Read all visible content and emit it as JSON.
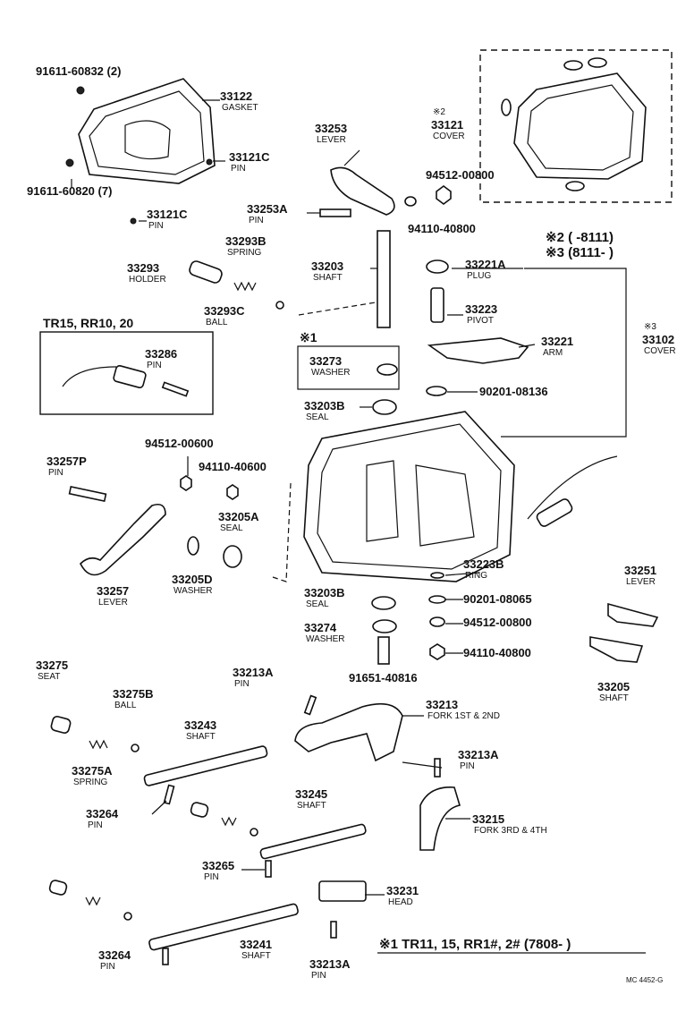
{
  "labels": [
    {
      "id": "l1",
      "num": "91611-60832 (2)",
      "sub": ""
    },
    {
      "id": "l2",
      "num": "33122",
      "sub": "GASKET"
    },
    {
      "id": "l3",
      "num": "33121C",
      "sub": "PIN"
    },
    {
      "id": "l4",
      "num": "91611-60820 (7)",
      "sub": ""
    },
    {
      "id": "l5",
      "num": "33121C",
      "sub": "PIN"
    },
    {
      "id": "l6",
      "num": "33253",
      "sub": "LEVER"
    },
    {
      "id": "l7",
      "num": "94512-00800",
      "sub": ""
    },
    {
      "id": "l8",
      "num": "33253A",
      "sub": "PIN"
    },
    {
      "id": "l9",
      "num": "94110-40800",
      "sub": ""
    },
    {
      "id": "l10",
      "num": "33121",
      "sub": "COVER",
      "mark": "※2"
    },
    {
      "id": "l11",
      "num": "33293B",
      "sub": "SPRING"
    },
    {
      "id": "l12",
      "num": "33293",
      "sub": "HOLDER"
    },
    {
      "id": "l13",
      "num": "33203",
      "sub": "SHAFT"
    },
    {
      "id": "l14",
      "num": "33293C",
      "sub": "BALL"
    },
    {
      "id": "l15",
      "num": "33221A",
      "sub": "PLUG"
    },
    {
      "id": "l16",
      "num": "33223",
      "sub": "PIVOT"
    },
    {
      "id": "l17",
      "num": "33286",
      "sub": "PIN"
    },
    {
      "id": "l18",
      "num": "33273",
      "sub": "WASHER"
    },
    {
      "id": "l19",
      "num": "33221",
      "sub": "ARM"
    },
    {
      "id": "l20",
      "num": "33102",
      "sub": "COVER",
      "mark": "※3"
    },
    {
      "id": "l21",
      "num": "90201-08136",
      "sub": ""
    },
    {
      "id": "l22",
      "num": "33203B",
      "sub": "SEAL"
    },
    {
      "id": "l23",
      "num": "33257P",
      "sub": "PIN"
    },
    {
      "id": "l24",
      "num": "94512-00600",
      "sub": ""
    },
    {
      "id": "l25",
      "num": "94110-40600",
      "sub": ""
    },
    {
      "id": "l26",
      "num": "33205A",
      "sub": "SEAL"
    },
    {
      "id": "l27",
      "num": "33223B",
      "sub": "RING"
    },
    {
      "id": "l28",
      "num": "33251",
      "sub": "LEVER"
    },
    {
      "id": "l29",
      "num": "33203B",
      "sub": "SEAL"
    },
    {
      "id": "l30",
      "num": "90201-08065",
      "sub": ""
    },
    {
      "id": "l31",
      "num": "33257",
      "sub": "LEVER"
    },
    {
      "id": "l32",
      "num": "33205D",
      "sub": "WASHER"
    },
    {
      "id": "l33",
      "num": "94512-00800",
      "sub": ""
    },
    {
      "id": "l34",
      "num": "33274",
      "sub": "WASHER"
    },
    {
      "id": "l35",
      "num": "94110-40800",
      "sub": ""
    },
    {
      "id": "l36",
      "num": "91651-40816",
      "sub": ""
    },
    {
      "id": "l37",
      "num": "33205",
      "sub": "SHAFT"
    },
    {
      "id": "l38",
      "num": "33275",
      "sub": "SEAT"
    },
    {
      "id": "l39",
      "num": "33213A",
      "sub": "PIN"
    },
    {
      "id": "l40",
      "num": "33275B",
      "sub": "BALL"
    },
    {
      "id": "l41",
      "num": "33213",
      "sub": "FORK 1ST & 2ND"
    },
    {
      "id": "l42",
      "num": "33243",
      "sub": "SHAFT"
    },
    {
      "id": "l43",
      "num": "33213A",
      "sub": "PIN"
    },
    {
      "id": "l44",
      "num": "33275A",
      "sub": "SPRING"
    },
    {
      "id": "l45",
      "num": "33245",
      "sub": "SHAFT"
    },
    {
      "id": "l46",
      "num": "33215",
      "sub": "FORK 3RD & 4TH"
    },
    {
      "id": "l47",
      "num": "33264",
      "sub": "PIN"
    },
    {
      "id": "l48",
      "num": "33265",
      "sub": "PIN"
    },
    {
      "id": "l49",
      "num": "33231",
      "sub": "HEAD"
    },
    {
      "id": "l50",
      "num": "33241",
      "sub": "SHAFT"
    },
    {
      "id": "l51",
      "num": "33264",
      "sub": "PIN"
    },
    {
      "id": "l52",
      "num": "33213A",
      "sub": "PIN"
    }
  ],
  "notes": {
    "note2": "※2  (      -8111)",
    "note3": "※3  (8111-      )",
    "box_tr": "TR15, RR10, 20",
    "star1": "※1",
    "footnote": "※1 TR11, 15, RR1#, 2# (7808-        )",
    "code": "MC 4452-G"
  }
}
